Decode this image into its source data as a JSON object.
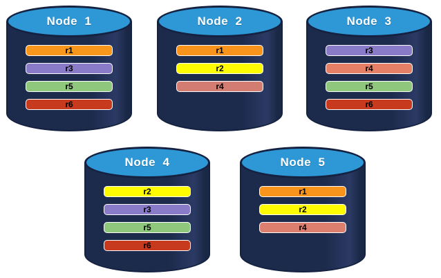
{
  "diagram": {
    "title": "replicated-data-distribution",
    "palette": {
      "cylinder_body": "#1C2A4C",
      "cylinder_border": "#152140",
      "cylinder_top": "#2E98D7",
      "title_color": "#FFFFFF",
      "bar_border": "#FFFFFF",
      "bar_text": "#000000",
      "background": "#FFFFFF"
    },
    "nodes": [
      {
        "title": "Node  1",
        "bars": [
          {
            "label": "r1",
            "color": "#F8971C"
          },
          {
            "label": "r3",
            "color": "#8A7BC8"
          },
          {
            "label": "r5",
            "color": "#8FC87D"
          },
          {
            "label": "r6",
            "color": "#C73A1D"
          }
        ]
      },
      {
        "title": "Node  2",
        "bars": [
          {
            "label": "r1",
            "color": "#F8931C"
          },
          {
            "label": "r2",
            "color": "#FFFB00"
          },
          {
            "label": "r4",
            "color": "#D27C72"
          }
        ]
      },
      {
        "title": "Node  3",
        "bars": [
          {
            "label": "r3",
            "color": "#8A7BC8"
          },
          {
            "label": "r4",
            "color": "#E57F66"
          },
          {
            "label": "r5",
            "color": "#8FC87D"
          },
          {
            "label": "r6",
            "color": "#C73A1D"
          }
        ]
      },
      {
        "title": "Node  4",
        "bars": [
          {
            "label": "r2",
            "color": "#FFFB00"
          },
          {
            "label": "r3",
            "color": "#8A7BC8"
          },
          {
            "label": "r5",
            "color": "#8FC87D"
          },
          {
            "label": "r6",
            "color": "#C73A1D"
          }
        ]
      },
      {
        "title": "Node  5",
        "bars": [
          {
            "label": "r1",
            "color": "#F8931C"
          },
          {
            "label": "r2",
            "color": "#FFFB00"
          },
          {
            "label": "r4",
            "color": "#DD7F6F"
          }
        ]
      }
    ]
  }
}
